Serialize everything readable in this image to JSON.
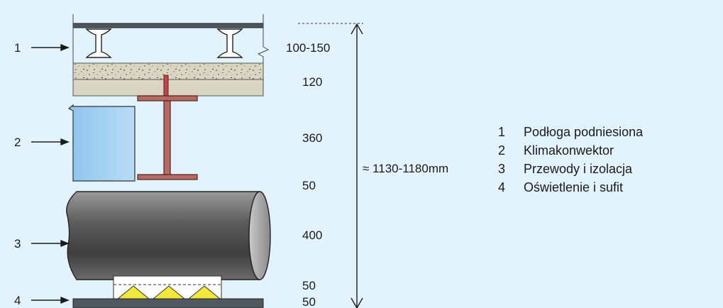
{
  "callouts": [
    "1",
    "2",
    "3",
    "4"
  ],
  "thickness_labels": [
    "100-150",
    "120",
    "360",
    "50",
    "400",
    "50",
    "50"
  ],
  "total_height_label": "≈ 1130-1180mm",
  "legend": [
    {
      "num": "1",
      "label": "Podłoga podniesiona"
    },
    {
      "num": "2",
      "label": "Klimakonwektor"
    },
    {
      "num": "3",
      "label": "Przewody i izolacja"
    },
    {
      "num": "4",
      "label": "Oświetlenie i sufit"
    }
  ],
  "colors": {
    "background": "#e3f3fd",
    "concrete": "#d9d5c2",
    "steel_beam": "#b86a62",
    "fan_coil": "#a6d2f2",
    "duct": "#7a7a7a",
    "ceiling": "#505860",
    "light": "#f1e83a"
  }
}
